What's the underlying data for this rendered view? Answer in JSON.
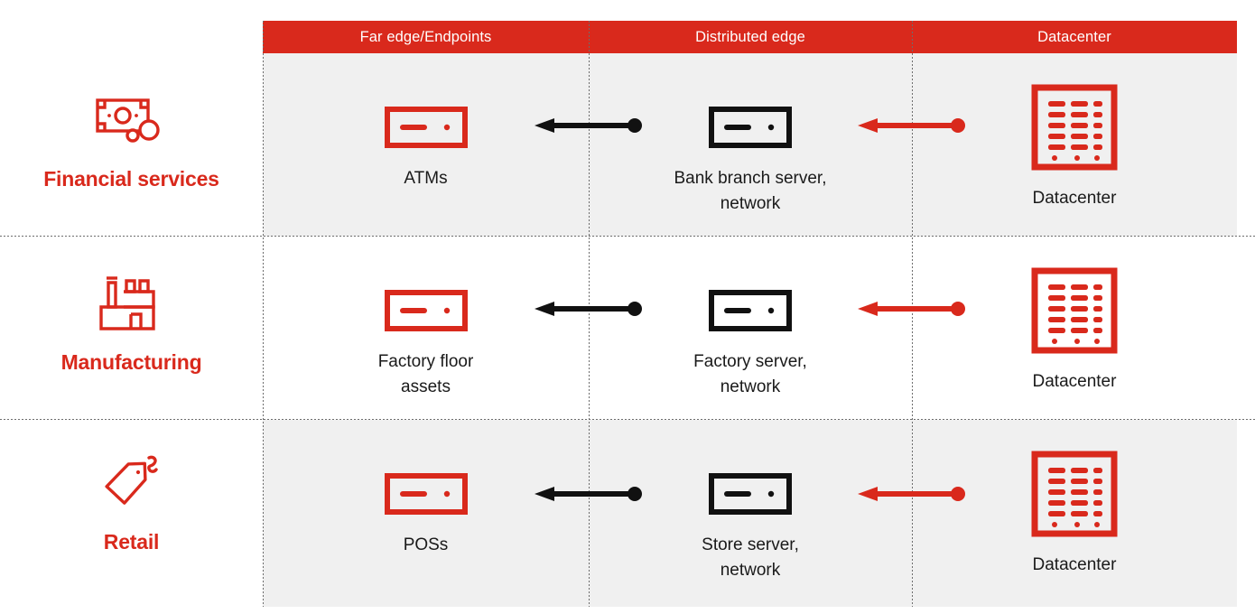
{
  "colors": {
    "brand_red": "#D9291C",
    "band_shaded": "#F0F0F0",
    "band_plain": "#FFFFFF",
    "text_dark": "#1A1A1A",
    "arrow_black": "#111111",
    "separator": "#6D6D6D"
  },
  "header": {
    "columns": [
      {
        "label": "Far edge/Endpoints",
        "name": "far-edge-endpoints"
      },
      {
        "label": "Distributed edge",
        "name": "distributed-edge"
      },
      {
        "label": "Datacenter",
        "name": "datacenter"
      }
    ]
  },
  "rows": [
    {
      "key": "financial-services",
      "label": "Financial services",
      "icon": "banknote-coins-icon",
      "shaded": true,
      "cells": {
        "far_edge": {
          "icon": "server-red-icon",
          "label": "ATMs"
        },
        "distributed_edge": {
          "icon": "server-black-icon",
          "label": "Bank branch server,\nnetwork"
        },
        "datacenter": {
          "icon": "datacenter-rack-icon",
          "label": "Datacenter"
        }
      },
      "arrows": {
        "far_to_dist": {
          "icon": "arrow-left-black-icon",
          "direction": "left"
        },
        "dist_to_dc": {
          "icon": "arrow-left-red-icon",
          "direction": "left"
        }
      }
    },
    {
      "key": "manufacturing",
      "label": "Manufacturing",
      "icon": "factory-icon",
      "shaded": false,
      "cells": {
        "far_edge": {
          "icon": "server-red-icon",
          "label": "Factory floor\nassets"
        },
        "distributed_edge": {
          "icon": "server-black-icon",
          "label": "Factory server,\nnetwork"
        },
        "datacenter": {
          "icon": "datacenter-rack-icon",
          "label": "Datacenter"
        }
      },
      "arrows": {
        "far_to_dist": {
          "icon": "arrow-left-black-icon",
          "direction": "left"
        },
        "dist_to_dc": {
          "icon": "arrow-left-red-icon",
          "direction": "left"
        }
      }
    },
    {
      "key": "retail",
      "label": "Retail",
      "icon": "price-tag-icon",
      "shaded": true,
      "cells": {
        "far_edge": {
          "icon": "server-red-icon",
          "label": "POSs"
        },
        "distributed_edge": {
          "icon": "server-black-icon",
          "label": "Store server,\nnetwork"
        },
        "datacenter": {
          "icon": "datacenter-rack-icon",
          "label": "Datacenter"
        }
      },
      "arrows": {
        "far_to_dist": {
          "icon": "arrow-left-black-icon",
          "direction": "left"
        },
        "dist_to_dc": {
          "icon": "arrow-left-red-icon",
          "direction": "left"
        }
      }
    }
  ]
}
